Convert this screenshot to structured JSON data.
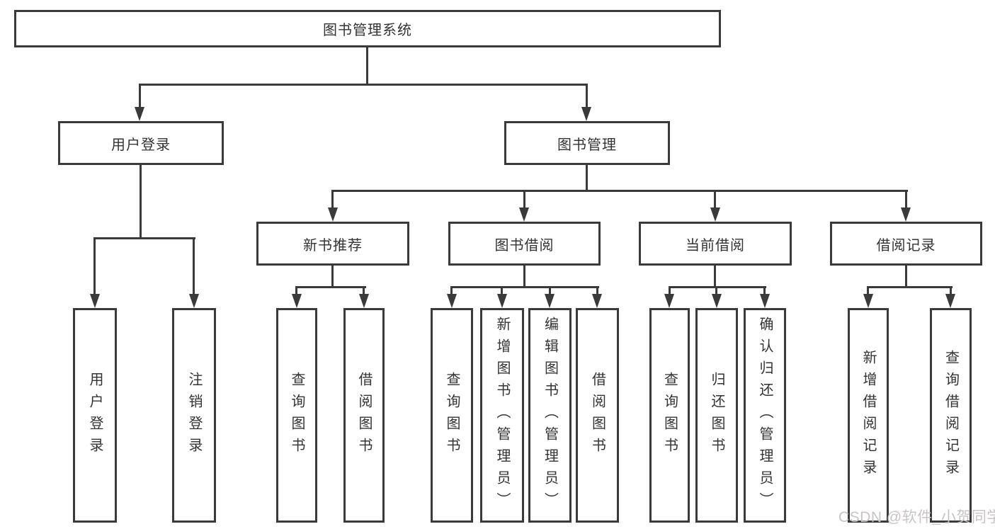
{
  "tree": {
    "label": "图书管理系统",
    "children": [
      {
        "label": "用户登录",
        "children": [
          {
            "label": "用户登录"
          },
          {
            "label": "注销登录"
          }
        ]
      },
      {
        "label": "图书管理",
        "children": [
          {
            "label": "新书推荐",
            "children": [
              {
                "label": "查询图书"
              },
              {
                "label": "借阅图书"
              }
            ]
          },
          {
            "label": "图书借阅",
            "children": [
              {
                "label": "查询图书"
              },
              {
                "label": "新增图书（管理员）"
              },
              {
                "label": "编辑图书（管理员）"
              },
              {
                "label": "借阅图书"
              }
            ]
          },
          {
            "label": "当前借阅",
            "children": [
              {
                "label": "查询图书"
              },
              {
                "label": "归还图书"
              },
              {
                "label": "确认归还（管理员）"
              }
            ]
          },
          {
            "label": "借阅记录",
            "children": [
              {
                "label": "新增借阅记录"
              },
              {
                "label": "查询借阅记录"
              }
            ]
          }
        ]
      }
    ]
  },
  "watermark": {
    "text": "CSDN @软件_小贺同学"
  },
  "colors": {
    "line": "#3a3a3a",
    "text": "#333333",
    "background": "#ffffff",
    "watermark": "#c8c4c4"
  }
}
